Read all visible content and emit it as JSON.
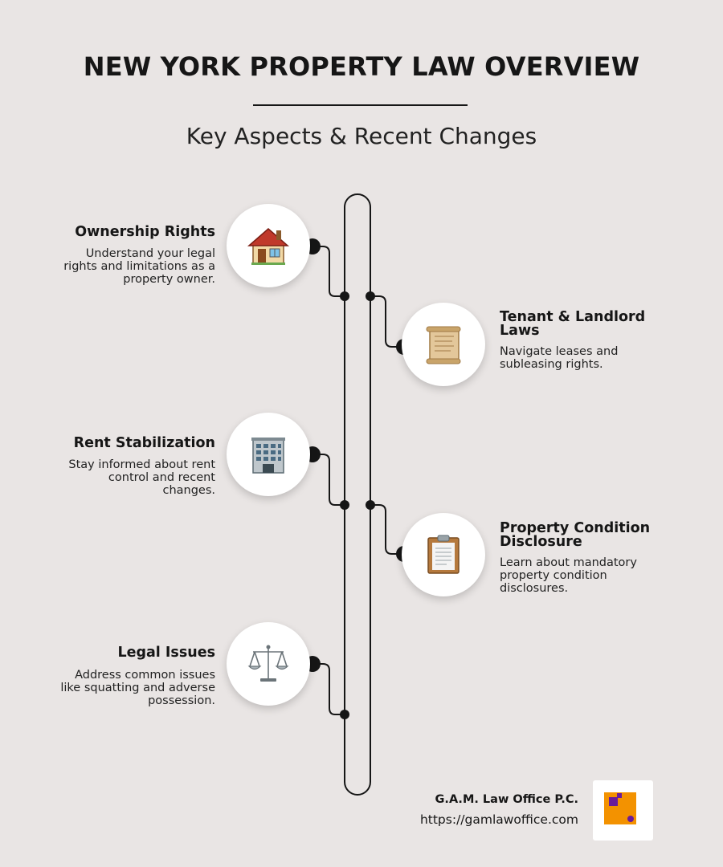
{
  "header": {
    "title": "NEW YORK PROPERTY LAW OVERVIEW",
    "subtitle": "Key Aspects & Recent Changes"
  },
  "items": [
    {
      "title": "Ownership Rights",
      "desc": [
        "Understand your legal",
        "rights and limitations as a",
        "property owner."
      ],
      "icon": "house-icon",
      "side": "left"
    },
    {
      "title": [
        "Tenant & Landlord",
        "Laws"
      ],
      "desc": [
        "Navigate leases and",
        "subleasing rights."
      ],
      "icon": "scroll-icon",
      "side": "right"
    },
    {
      "title": "Rent Stabilization",
      "desc": [
        "Stay informed about rent",
        "control and recent",
        "changes."
      ],
      "icon": "office-building-icon",
      "side": "left"
    },
    {
      "title": [
        "Property Condition",
        "Disclosure"
      ],
      "desc": [
        "Learn about mandatory",
        "property condition",
        "disclosures."
      ],
      "icon": "clipboard-icon",
      "side": "right"
    },
    {
      "title": "Legal Issues",
      "desc": [
        "Address common issues",
        "like squatting and adverse",
        "possession."
      ],
      "icon": "balance-scale-icon",
      "side": "left"
    }
  ],
  "footer": {
    "firm_name": "G.A.M. Law Office P.C.",
    "url": "https://gamlawoffice.com",
    "logo_icon": "gam-logo-icon"
  },
  "colors": {
    "background": "#e9e5e4",
    "text": "#161616",
    "logo_orange": "#f39200",
    "logo_purple": "#6a1b9a"
  }
}
